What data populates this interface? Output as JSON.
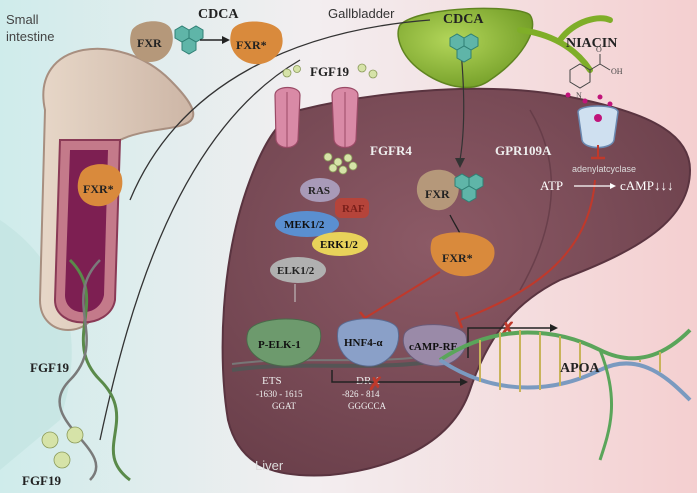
{
  "labels": {
    "small_intestine": "Small\nintestine",
    "gallbladder": "Gallbladder",
    "liver": "Liver",
    "cdca_top": "CDCA",
    "cdca_gallbladder": "CDCA",
    "fxr_top": "FXR",
    "fxr_star_top": "FXR*",
    "fxr_intestine": "FXR*",
    "fgf19_top": "FGF19",
    "fgf19_mid": "FGF19",
    "fgf19_bottom": "FGF19",
    "fgfr4": "FGFR4",
    "ras": "RAS",
    "raf": "RAF",
    "mek": "MEK1/2",
    "erk": "ERK1/2",
    "elk": "ELK1/2",
    "fxr_liver": "FXR",
    "fxr_star_liver": "FXR*",
    "niacin": "NIACIN",
    "gpr109a": "GPR109A",
    "adenylatcyclase": "adenylatcyclase",
    "atp": "ATP",
    "camp": "cAMP↓↓↓",
    "pelk": "P-ELK-1",
    "hnf4": "HNF4-α",
    "camp_re": "cAMP-RE",
    "ets": "ETS",
    "ets_pos": "-1630 - 1615",
    "ets_seq": "GGAT",
    "dr1": "DR-1",
    "dr1_pos": "-826 - 814",
    "dr1_seq": "GGGCCA",
    "apoa": "APOA",
    "oh": "OH",
    "o": "O",
    "n": "N"
  },
  "colors": {
    "liver": "#7a4a55",
    "fxr": "#b5987a",
    "fxr_star": "#d98a3c",
    "cdca": "#5fb5a8",
    "gallbladder": "#8ab82e",
    "ras": "#a89ab8",
    "raf": "#b5443a",
    "mek": "#5a8fd0",
    "erk": "#e8d25a",
    "elk": "#b0b0b0",
    "pelk": "#6d9a6d",
    "hnf4": "#8aa0c8",
    "camp_re": "#9a8aa8",
    "inhibit": "#c0392b"
  }
}
